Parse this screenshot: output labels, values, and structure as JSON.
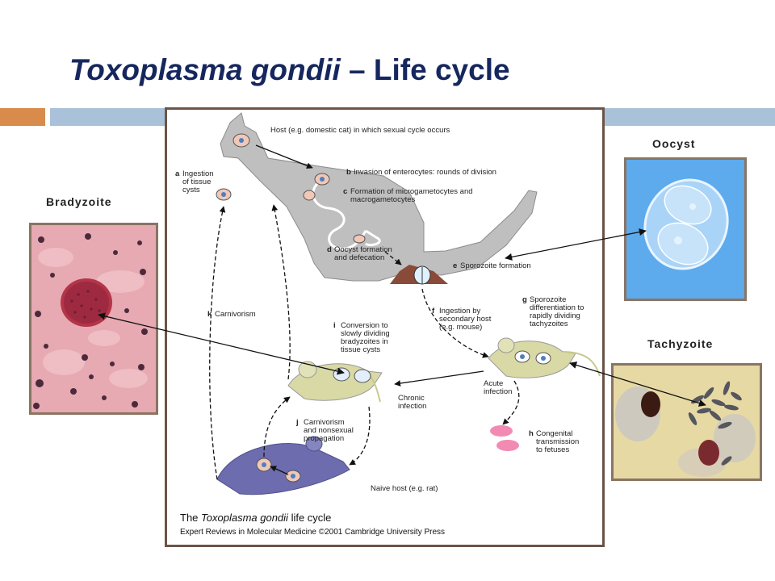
{
  "title": {
    "italic": "Toxoplasma gondii",
    "rest": " – Life cycle"
  },
  "photos": {
    "bradyzoite": "Bradyzoite",
    "oocyst": "Oocyst",
    "tachyzoite": "Tachyzoite"
  },
  "diagram": {
    "host_cat": "Host (e.g. domestic cat) in which sexual cycle occurs",
    "a_letter": "a",
    "a_line1": "Ingestion",
    "a_line2": "of tissue",
    "a_line3": "cysts",
    "b_letter": "b",
    "b_text": "Invasion of enterocytes: rounds of division",
    "c_letter": "c",
    "c_line1": "Formation of microgametocytes and",
    "c_line2": "macrogametocytes",
    "d_letter": "d",
    "d_line1": "Oocyst formation",
    "d_line2": "and defecation",
    "e_letter": "e",
    "e_text": "Sporozoite formation",
    "f_letter": "f",
    "f_line1": "Ingestion by",
    "f_line2": "secondary host",
    "f_line3": "(e.g. mouse)",
    "g_letter": "g",
    "g_line1": "Sporozoite",
    "g_line2": "differentiation to",
    "g_line3": "rapidly dividing",
    "g_line4": "tachyzoites",
    "h_letter": "h",
    "h_line1": "Congenital",
    "h_line2": "transmission",
    "h_line3": "to fetuses",
    "i_letter": "i",
    "i_line1": "Conversion to",
    "i_line2": "slowly dividing",
    "i_line3": "bradyzoites in",
    "i_line4": "tissue cysts",
    "j_letter": "j",
    "j_line1": "Carnivorism",
    "j_line2": "and nonsexual",
    "j_line3": "propagation",
    "k_letter": "k",
    "k_text": "Carnivorism",
    "acute_line1": "Acute",
    "acute_line2": "infection",
    "chronic_line1": "Chronic",
    "chronic_line2": "infection",
    "naive": "Naive host (e.g. rat)",
    "caption_prefix": "The ",
    "caption_italic": "Toxoplasma gondii",
    "caption_suffix": " life cycle",
    "credit": "Expert Reviews in Molecular Medicine ©2001 Cambridge University Press"
  }
}
